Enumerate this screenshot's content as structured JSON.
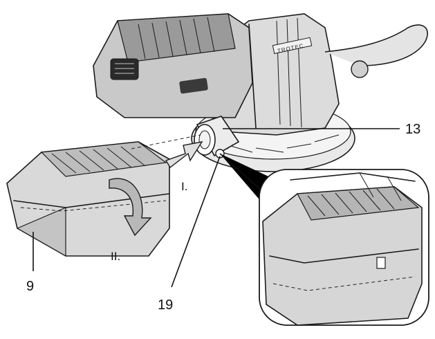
{
  "labels": {
    "part_13": "13",
    "part_9": "9",
    "part_19": "19",
    "step_1": "I.",
    "step_2": "II.",
    "brand": "TROTEC"
  },
  "colors": {
    "ink": "#1a1a1a",
    "light_gray": "#e6e6e6",
    "mid_gray": "#c8c8c8",
    "dark_gray": "#8a8a8a",
    "black": "#000000"
  }
}
